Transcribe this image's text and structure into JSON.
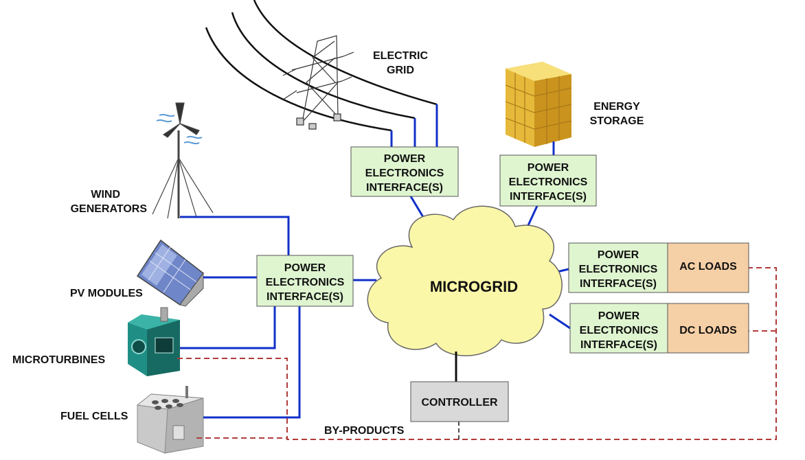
{
  "colors": {
    "pei_fill": "#dff5d0",
    "load_fill": "#f5cfa6",
    "controller_fill": "#d9d9d9",
    "cloud_fill": "#fbf7a8",
    "power_line": "#1030c8",
    "byproduct_line": "#b03a3a"
  },
  "labels": {
    "electric_grid": [
      "ELECTRIC",
      "GRID"
    ],
    "energy_storage": [
      "ENERGY",
      "STORAGE"
    ],
    "wind_generators": [
      "WIND",
      "GENERATORS"
    ],
    "pv_modules": "PV MODULES",
    "microturbines": "MICROTURBINES",
    "fuel_cells": "FUEL CELLS",
    "by_products": "BY-PRODUCTS",
    "microgrid": "MICROGRID",
    "controller": "CONTROLLER"
  },
  "pei": {
    "lines": [
      "POWER",
      "ELECTRONICS",
      "INTERFACE(S)"
    ]
  },
  "loads": {
    "ac": "AC LOADS",
    "dc": "DC LOADS"
  },
  "icons": [
    "transmission-tower-icon",
    "battery-stack-icon",
    "wind-turbine-icon",
    "solar-panel-icon",
    "microturbine-icon",
    "fuel-cell-icon"
  ]
}
